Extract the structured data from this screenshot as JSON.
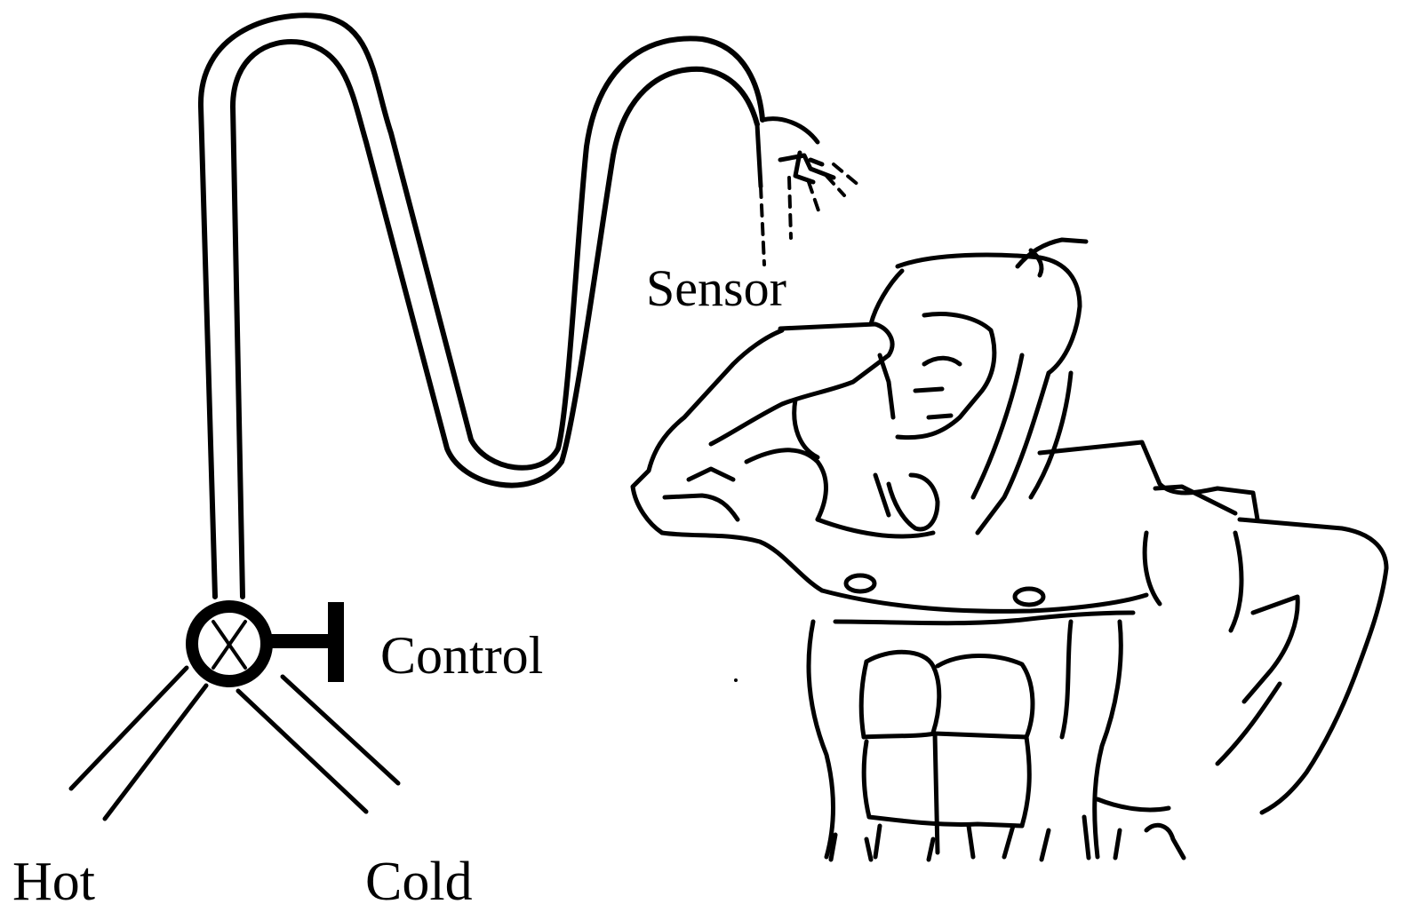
{
  "labels": {
    "sensor": "Sensor",
    "control": "Control",
    "hot": "Hot",
    "cold": "Cold"
  },
  "colors": {
    "ink": "#000000",
    "background": "#ffffff"
  }
}
